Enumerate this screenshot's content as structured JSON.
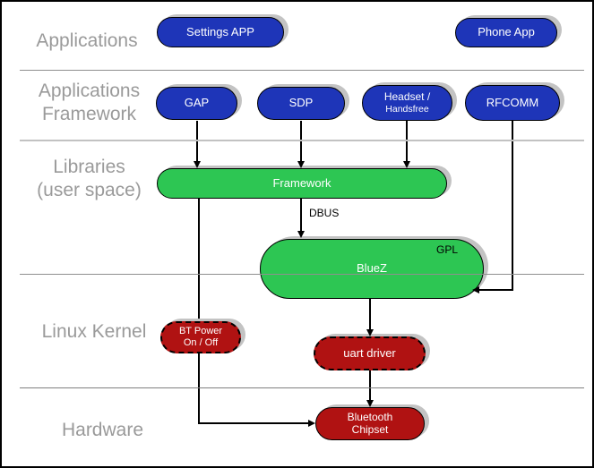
{
  "colors": {
    "node_blue": "#1e35b8",
    "node_green": "#2dc653",
    "node_red": "#b01212",
    "layer_label_gray": "#9a9a9a",
    "shadow_gray": "#c3c3c3"
  },
  "layers": {
    "applications": "Applications",
    "app_framework": "Applications\nFramework",
    "libraries": "Libraries\n(user space)",
    "linux_kernel": "Linux Kernel",
    "hardware": "Hardware"
  },
  "nodes": {
    "settings_app": {
      "label": "Settings APP"
    },
    "phone_app": {
      "label": "Phone App"
    },
    "gap": {
      "label": "GAP"
    },
    "sdp": {
      "label": "SDP"
    },
    "headset": {
      "line1": "Headset /",
      "line2": "Handsfree"
    },
    "rfcomm": {
      "label": "RFCOMM"
    },
    "framework": {
      "label": "Framework"
    },
    "bluez": {
      "label": "BlueZ",
      "license_tag": "GPL"
    },
    "bt_power": {
      "line1": "BT Power",
      "line2": "On / Off"
    },
    "uart_driver": {
      "label": "uart driver"
    },
    "bt_chipset": {
      "line1": "Bluetooth",
      "line2": "Chipset"
    }
  },
  "edges": {
    "dbus_label": "DBUS"
  }
}
